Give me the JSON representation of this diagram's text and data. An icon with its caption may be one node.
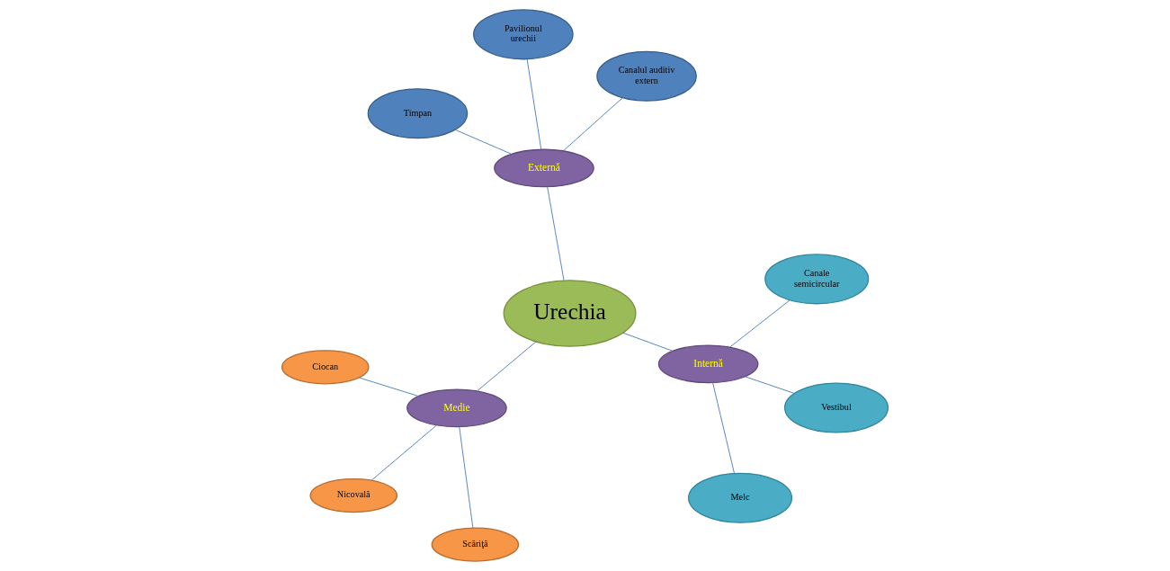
{
  "diagram": {
    "nodes": [
      {
        "text": [
          "Urechia"
        ]
      },
      {
        "text": [
          "Externă"
        ]
      },
      {
        "text": [
          "Canalul auditiv extern"
        ]
      },
      {
        "text": [
          "Timpan"
        ]
      },
      {
        "text": [
          "Pavilionul urechii"
        ]
      },
      {
        "text": [
          "Medie"
        ]
      },
      {
        "text": [
          "Ciocan"
        ]
      },
      {
        "text": [
          "Scăriţă"
        ]
      },
      {
        "text": [
          "Nicovală"
        ]
      },
      {
        "text": [
          "Internă"
        ]
      },
      {
        "text": [
          "Melc"
        ]
      },
      {
        "text": [
          "Canale semicircular"
        ]
      },
      {
        "text": [
          "Vestibul"
        ]
      }
    ],
    "edges": [
      {
        "from": 0,
        "to": 1,
        "arrow": "none"
      },
      {
        "from": 1,
        "to": 2,
        "arrow": "none"
      },
      {
        "from": 1,
        "to": 3,
        "arrow": "none"
      },
      {
        "from": 1,
        "to": 4,
        "arrow": "none"
      },
      {
        "from": 0,
        "to": 5,
        "arrow": "none"
      },
      {
        "from": 5,
        "to": 6,
        "arrow": "none"
      },
      {
        "from": 5,
        "to": 7,
        "arrow": "none"
      },
      {
        "from": 5,
        "to": 8,
        "arrow": "none"
      },
      {
        "from": 0,
        "to": 9,
        "arrow": "none"
      },
      {
        "from": 9,
        "to": 10,
        "arrow": "none"
      },
      {
        "from": 9,
        "to": 11,
        "arrow": "none"
      },
      {
        "from": 9,
        "to": 12,
        "arrow": "none"
      }
    ]
  }
}
